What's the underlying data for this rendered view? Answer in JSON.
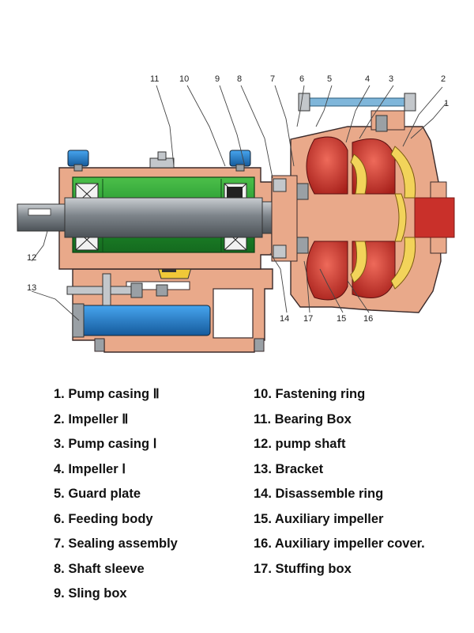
{
  "diagram": {
    "callouts": [
      "1",
      "2",
      "3",
      "4",
      "5",
      "6",
      "7",
      "8",
      "9",
      "10",
      "11",
      "12",
      "13",
      "14",
      "15",
      "16",
      "17"
    ]
  },
  "legend": {
    "left": [
      "1. Pump casing Ⅱ",
      "2. Impeller Ⅱ",
      "3. Pump casing Ⅰ",
      "4. Impeller Ⅰ",
      "5. Guard plate",
      "6. Feeding body",
      "7. Sealing assembly",
      "8. Shaft sleeve",
      "9. Sling box"
    ],
    "right": [
      "10. Fastening ring",
      "11. Bearing Box",
      "12. pump shaft",
      "13. Bracket",
      "14. Disassemble ring",
      "15. Auxiliary impeller",
      "16. Auxiliary impeller cover.",
      "17. Stuffing box"
    ]
  },
  "colors": {
    "casing": "#e9a98a",
    "shaft": "#8a9096",
    "bearing_box": "#2f9a3a",
    "impeller": "#c9302a",
    "impeller_yellow": "#f2d35a",
    "bracket_blue": "#1f78c8",
    "outline": "#3a2a2a"
  }
}
